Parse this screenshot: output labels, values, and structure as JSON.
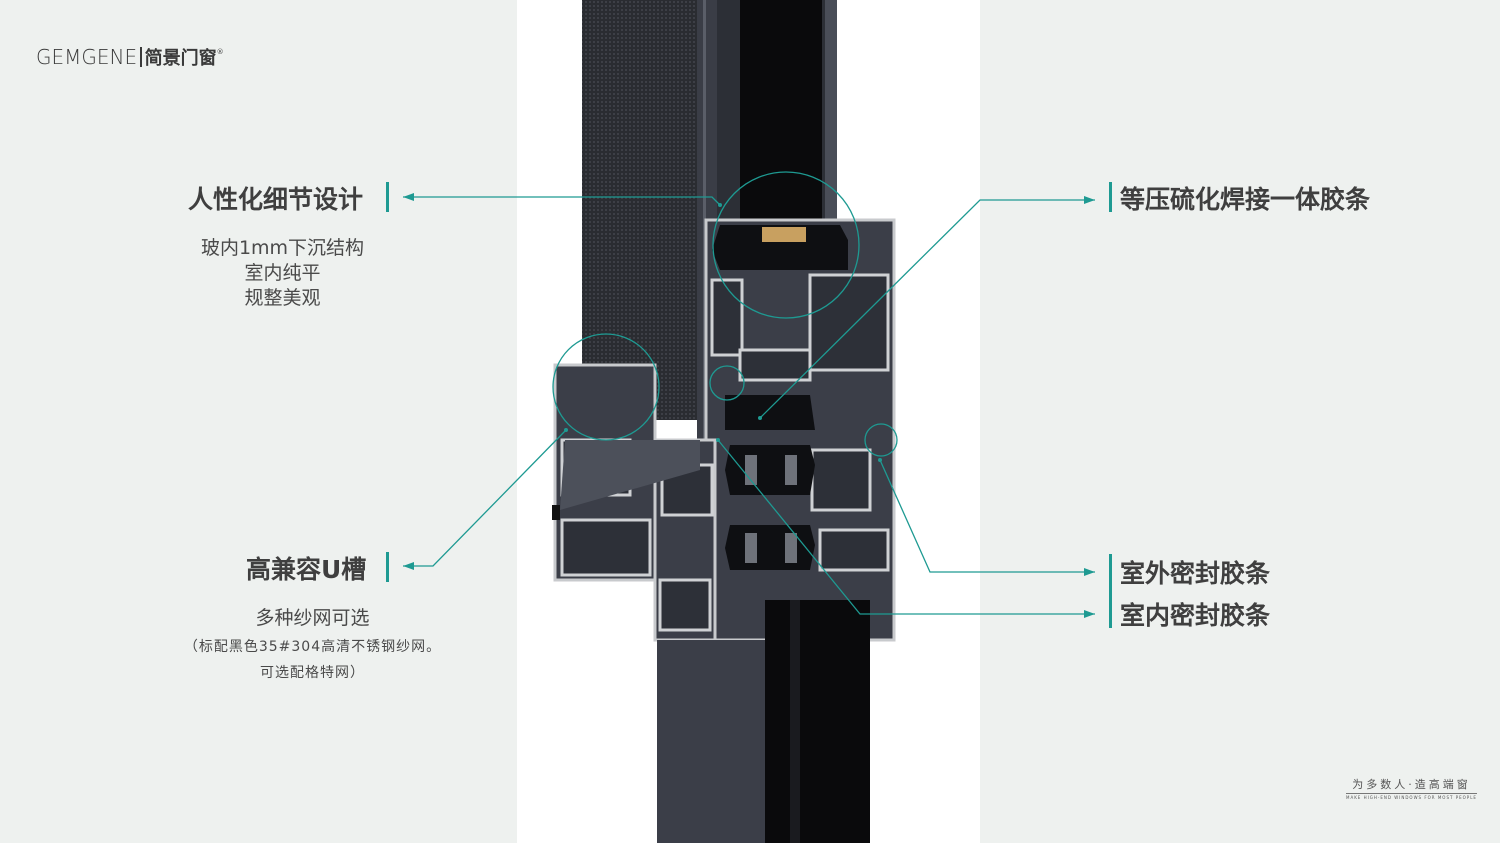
{
  "brand": {
    "name_en": "GEMGENE",
    "name_cn": "简景门窗",
    "registered_mark": "®"
  },
  "features": {
    "humanized": {
      "title": "人性化细节设计",
      "lines": [
        "玻内1mm下沉结构",
        "室内纯平",
        "规整美观"
      ]
    },
    "u_groove": {
      "title": "高兼容U槽",
      "line1": "多种纱网可选",
      "line2": "（标配黑色35#304高清不锈钢纱网。",
      "line3": "可选配格特网）"
    },
    "vulcanized": {
      "title": "等压硫化焊接一体胶条"
    },
    "outer_seal": {
      "title": "室外密封胶条"
    },
    "inner_seal": {
      "title": "室内密封胶条"
    }
  },
  "slogan": {
    "cn": "为多数人·造高端窗",
    "en": "MAKE HIGH-END WINDOWS FOR MOST PEOPLE"
  },
  "colors": {
    "accent": "#1e9a92",
    "profile_dark": "#3b3e48",
    "profile_edge": "#c8cacd",
    "glass": "#0a0a0c",
    "background": "#eef1ef"
  }
}
